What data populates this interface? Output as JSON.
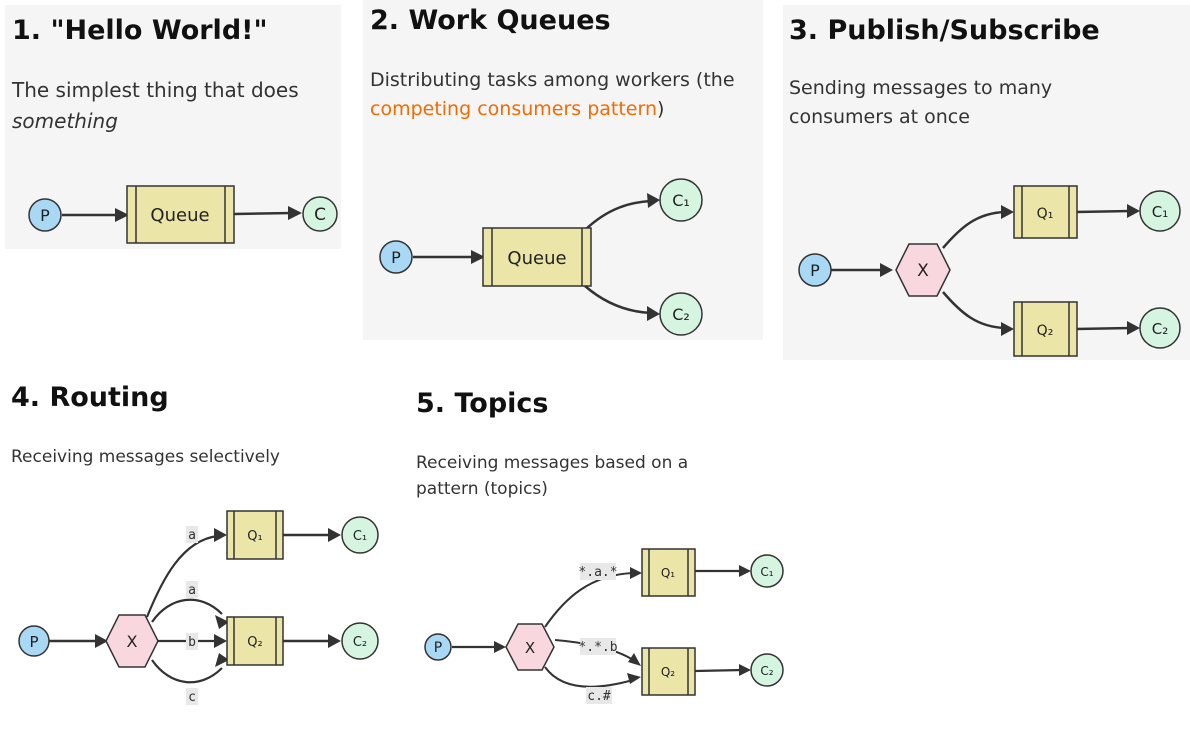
{
  "node_text": {
    "producer": "P",
    "consumer": "C",
    "consumer_1": "C₁",
    "consumer_2": "C₂",
    "queue": "Queue",
    "queue_1": "Q₁",
    "queue_2": "Q₂",
    "exchange": "X"
  },
  "colors": {
    "producer": "#a9d8f5",
    "consumer": "#d6f5e1",
    "queue": "#ebe6a8",
    "exchange": "#f8d7df",
    "link": "#f26b00",
    "label_bg": "#e8e8e8"
  },
  "tutorials": [
    {
      "title": "1. \"Hello World!\"",
      "desc_plain": "The simplest thing that does",
      "desc_em": "something"
    },
    {
      "title": "2. Work Queues",
      "desc_plain": "Distributing tasks among workers (the",
      "desc_link": "competing consumers pattern",
      "desc_after": ")"
    },
    {
      "title": "3. Publish/Subscribe",
      "desc": "Sending messages to many consumers at once"
    },
    {
      "title": "4. Routing",
      "desc": "Receiving messages selectively",
      "binding_labels": [
        "a",
        "a",
        "b",
        "c"
      ]
    },
    {
      "title": "5. Topics",
      "desc": "Receiving messages based on a pattern (topics)",
      "binding_labels": [
        "*.a.*",
        "*.*.b",
        "c.#"
      ]
    }
  ]
}
